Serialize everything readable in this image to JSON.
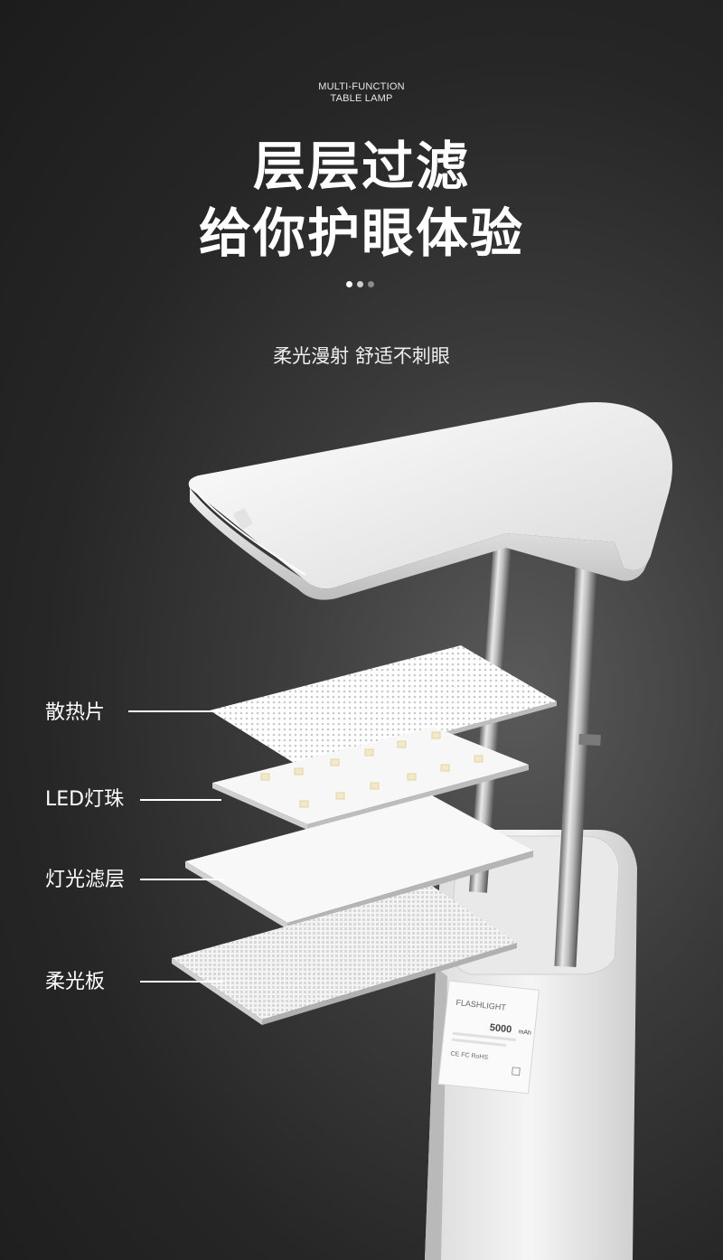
{
  "header": {
    "eyebrow_line1": "MULTI-FUNCTION",
    "eyebrow_line2": "TABLE LAMP",
    "headline_line1": "层层过滤",
    "headline_line2": "给你护眼体验",
    "subtitle": "柔光漫射 舒适不刺眼"
  },
  "pagination": {
    "dots": [
      {
        "color": "#ffffff"
      },
      {
        "color": "#cfcfcf"
      },
      {
        "color": "#8a8a8a"
      }
    ]
  },
  "layers": [
    {
      "label": "散热片"
    },
    {
      "label": "LED灯珠"
    },
    {
      "label": "灯光滤层"
    },
    {
      "label": "柔光板"
    }
  ],
  "product_label": {
    "title": "FLASHLIGHT",
    "capacity": "5000",
    "unit": "mAh",
    "marks": "CE FC RoHS"
  }
}
